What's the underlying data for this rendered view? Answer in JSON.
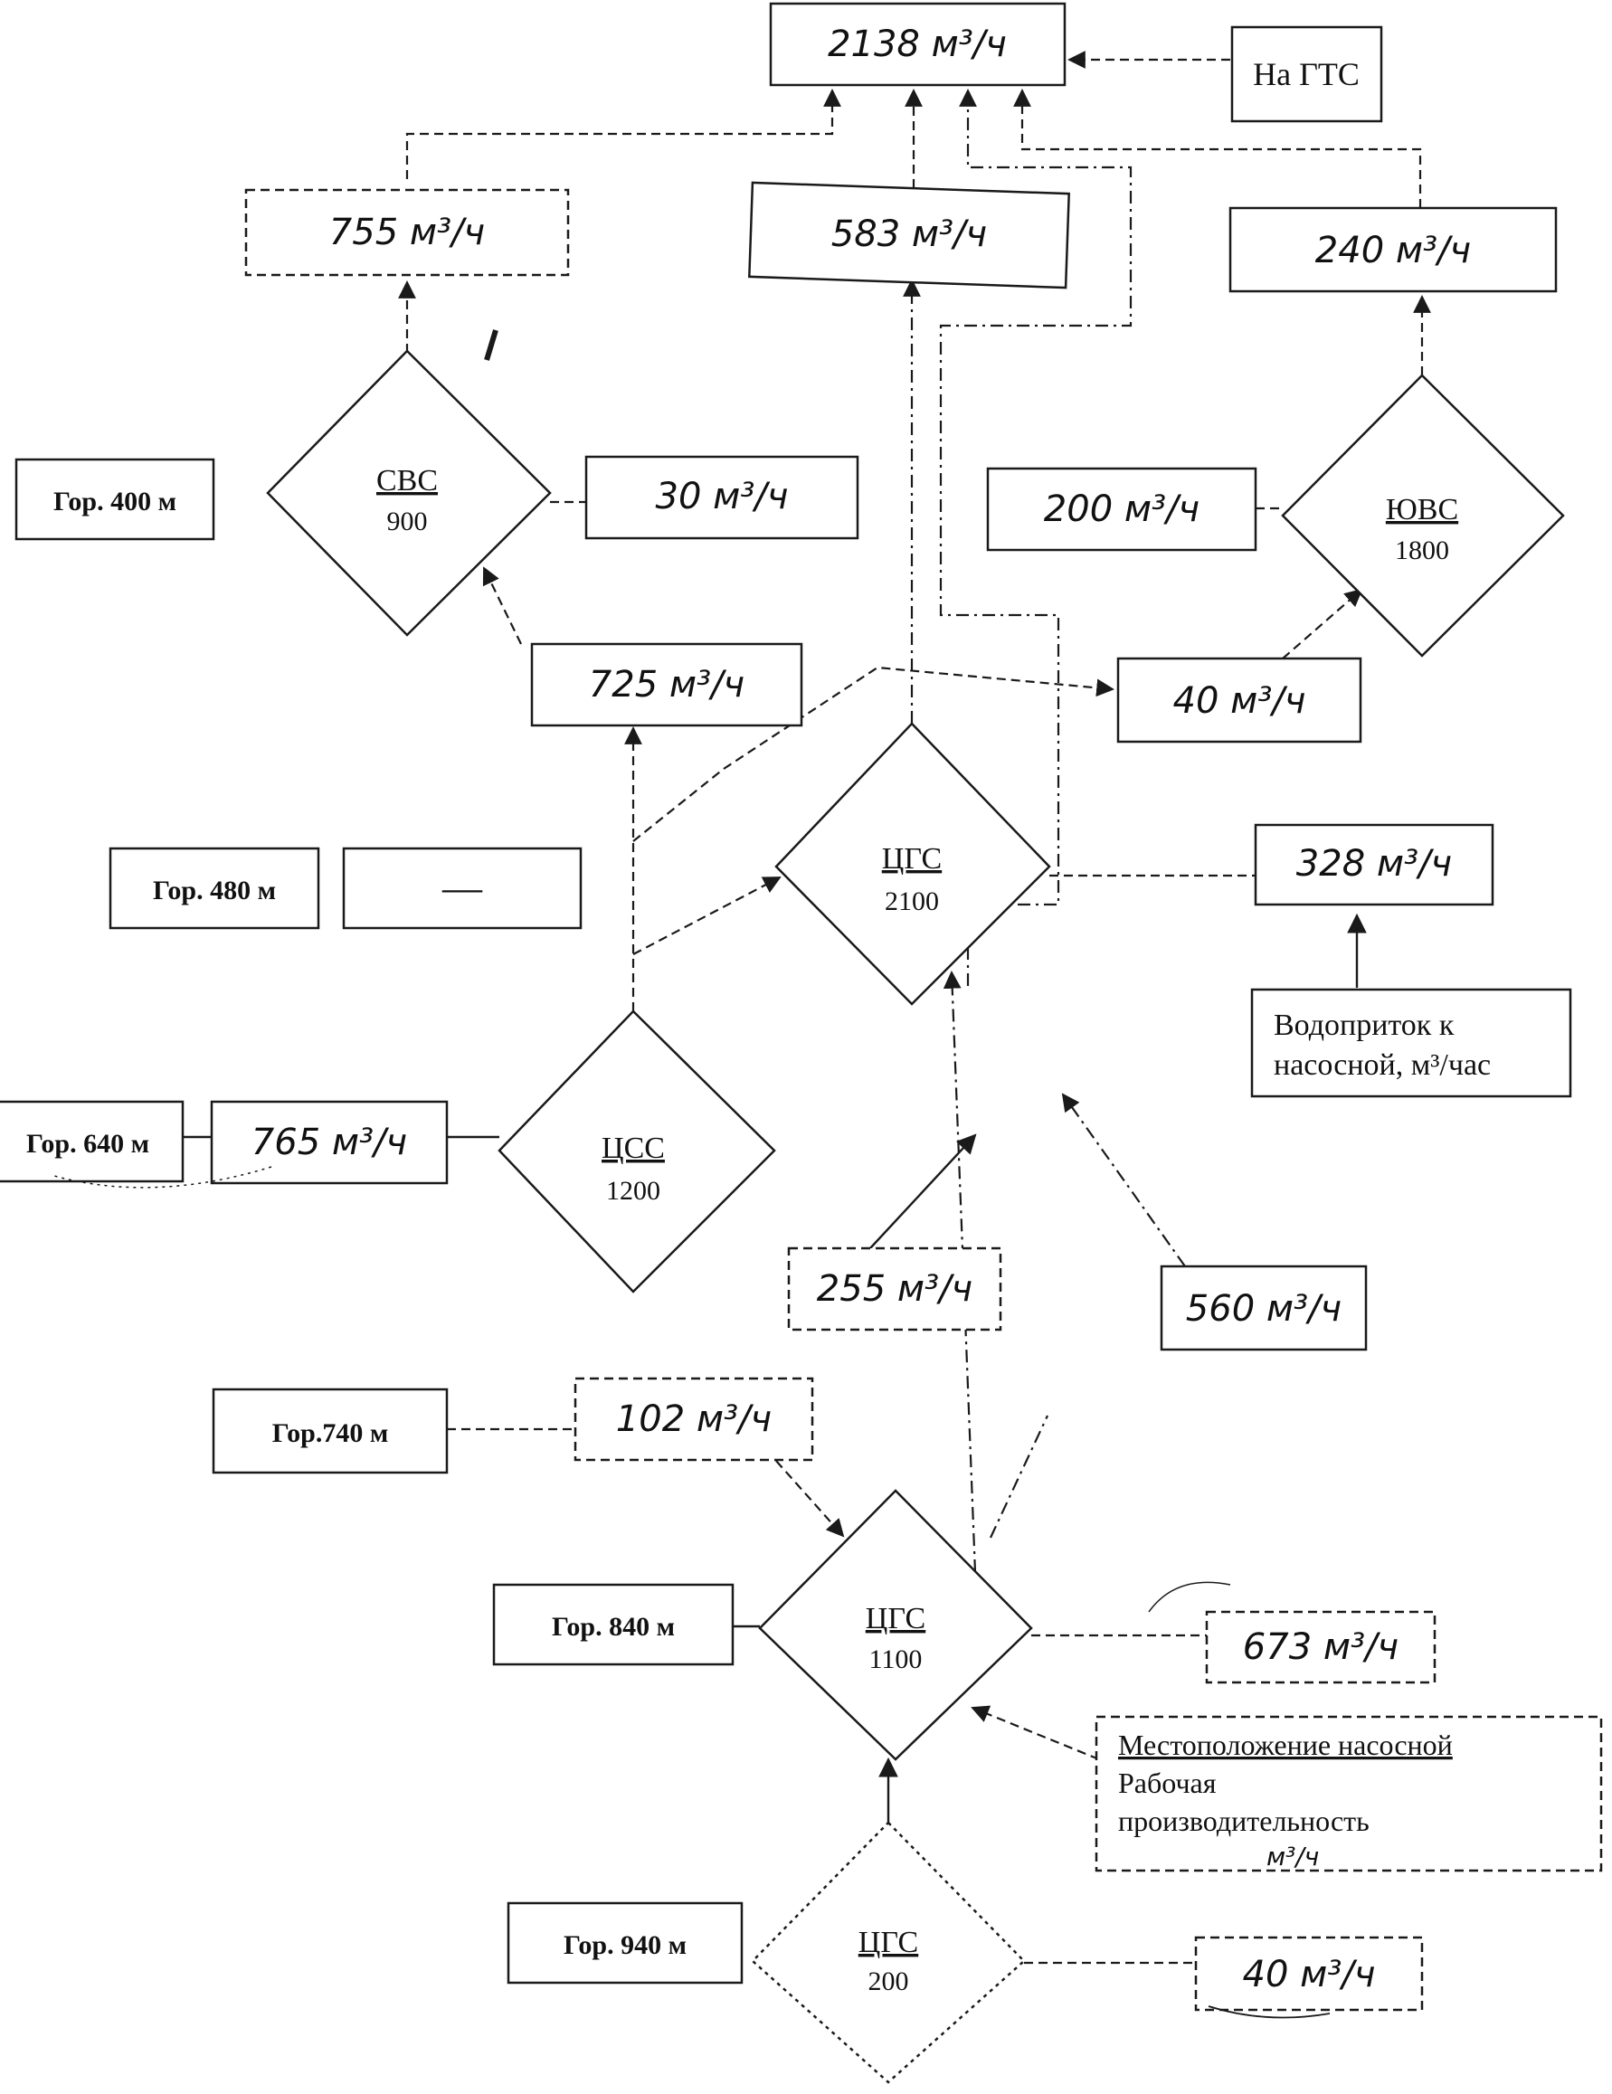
{
  "diagram": {
    "top_total": "2138 м³/ч",
    "gts_label": "На ГТС",
    "flows": {
      "f755": "755 м³/ч",
      "f583": "583 м³/ч",
      "f240": "240 м³/ч",
      "f30": "30 м³/ч",
      "f200": "200 м³/ч",
      "f725": "725 м³/ч",
      "f40a": "40 м³/ч",
      "f328": "328 м³/ч",
      "dash480": "—",
      "f765": "765 м³/ч",
      "f255": "255 м³/ч",
      "f560": "560 м³/ч",
      "f102": "102 м³/ч",
      "f673": "673 м³/ч",
      "f40b": "40 м³/ч"
    },
    "levels": {
      "g400": "Гор. 400 м",
      "g480": "Гор. 480 м",
      "g640": "Гор. 640 м",
      "g740": "Гор.740 м",
      "g840": "Гор. 840 м",
      "g940": "Гор. 940 м"
    },
    "stations": {
      "svs": {
        "name": "СВС",
        "capacity": "900"
      },
      "yuvs": {
        "name": "ЮВС",
        "capacity": "1800"
      },
      "cgs1": {
        "name": "ЦГС",
        "capacity": "2100"
      },
      "ccs": {
        "name": "ЦСС",
        "capacity": "1200"
      },
      "cgs2": {
        "name": "ЦГС",
        "capacity": "1100"
      },
      "cgs3": {
        "name": "ЦГС",
        "capacity": "200"
      }
    },
    "inflow_label": {
      "line1": "Водоприток к",
      "line2": "насосной, м³/час"
    },
    "legend": {
      "line1": "Местоположение насосной",
      "line2": "Рабочая",
      "line3": "производительность",
      "line4": "м³/ч"
    }
  }
}
